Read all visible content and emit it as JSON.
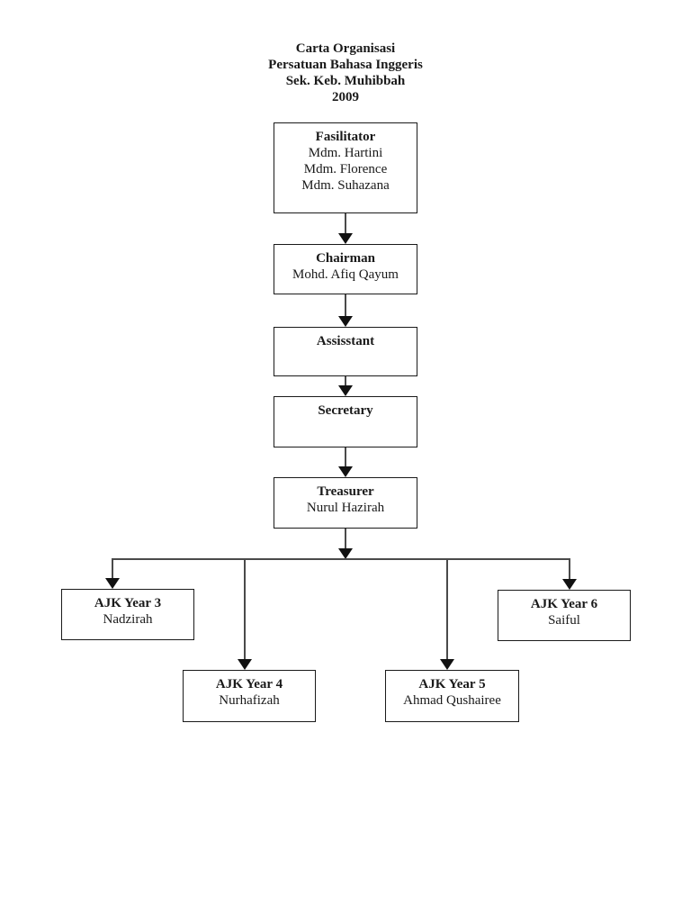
{
  "title": {
    "lines": [
      "Carta Organisasi",
      "Persatuan Bahasa Inggeris",
      "Sek. Keb. Muhibbah",
      "2009"
    ]
  },
  "org_chart": {
    "nodes": {
      "fasilitator": {
        "title": "Fasilitator",
        "members": [
          "Mdm. Hartini",
          "Mdm. Florence",
          "Mdm. Suhazana"
        ]
      },
      "chairman": {
        "title": "Chairman",
        "members": [
          "Mohd. Afiq Qayum"
        ]
      },
      "assistant": {
        "title": "Assisstant",
        "members": []
      },
      "secretary": {
        "title": "Secretary",
        "members": []
      },
      "treasurer": {
        "title": "Treasurer",
        "members": [
          "Nurul Hazirah"
        ]
      },
      "ajk_year_3": {
        "title": "AJK Year 3",
        "members": [
          "Nadzirah"
        ]
      },
      "ajk_year_4": {
        "title": "AJK Year 4",
        "members": [
          "Nurhafizah"
        ]
      },
      "ajk_year_5": {
        "title": "AJK Year 5",
        "members": [
          "Ahmad Qushairee"
        ]
      },
      "ajk_year_6": {
        "title": "AJK Year 6",
        "members": [
          "Saiful"
        ]
      }
    },
    "hierarchy": [
      {
        "from": "Fasilitator",
        "to": "Chairman"
      },
      {
        "from": "Chairman",
        "to": "Assisstant"
      },
      {
        "from": "Assisstant",
        "to": "Secretary"
      },
      {
        "from": "Secretary",
        "to": "Treasurer"
      },
      {
        "from": "Treasurer",
        "to": "AJK Year 3"
      },
      {
        "from": "Treasurer",
        "to": "AJK Year 4"
      },
      {
        "from": "Treasurer",
        "to": "AJK Year 5"
      },
      {
        "from": "Treasurer",
        "to": "AJK Year 6"
      }
    ],
    "colors": {
      "background": "#ffffff",
      "box_border": "#1a1a1a",
      "text": "#1a1a1a",
      "connector_line": "#4a4a4a",
      "arrowhead": "#111111"
    }
  }
}
